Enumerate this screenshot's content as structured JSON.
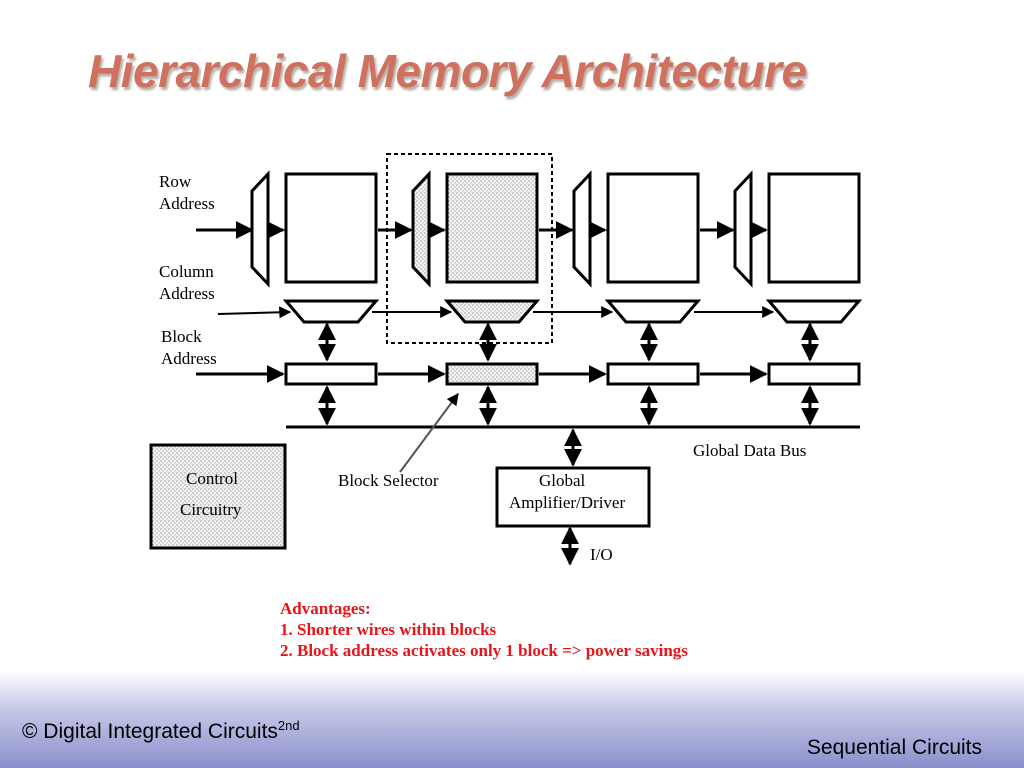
{
  "slide": {
    "title": "Hierarchical Memory Architecture"
  },
  "diagram": {
    "labels": {
      "row_address_line1": "Row",
      "row_address_line2": "Address",
      "column_address_line1": "Column",
      "column_address_line2": "Address",
      "block_address_line1": "Block",
      "block_address_line2": "Address",
      "global_data_bus": "Global Data Bus",
      "block_selector": "Block Selector",
      "control_circuitry_line1": "Control",
      "control_circuitry_line2": "Circuitry",
      "global_amp_line1": "Global",
      "global_amp_line2": "Amplifier/Driver",
      "io": "I/O"
    },
    "block_count": 4,
    "selected_block": 2
  },
  "advantages": {
    "heading": "Advantages:",
    "items": [
      "1. Shorter wires within blocks",
      "2. Block address activates only 1 block => power savings"
    ]
  },
  "footer": {
    "left_text": "© Digital Integrated Circuits",
    "left_superscript": "2nd",
    "right_text": "Sequential Circuits"
  },
  "colors": {
    "title": "#d0705f",
    "advantages": "#e8141a",
    "selected_fill": "#e4e4e4"
  }
}
